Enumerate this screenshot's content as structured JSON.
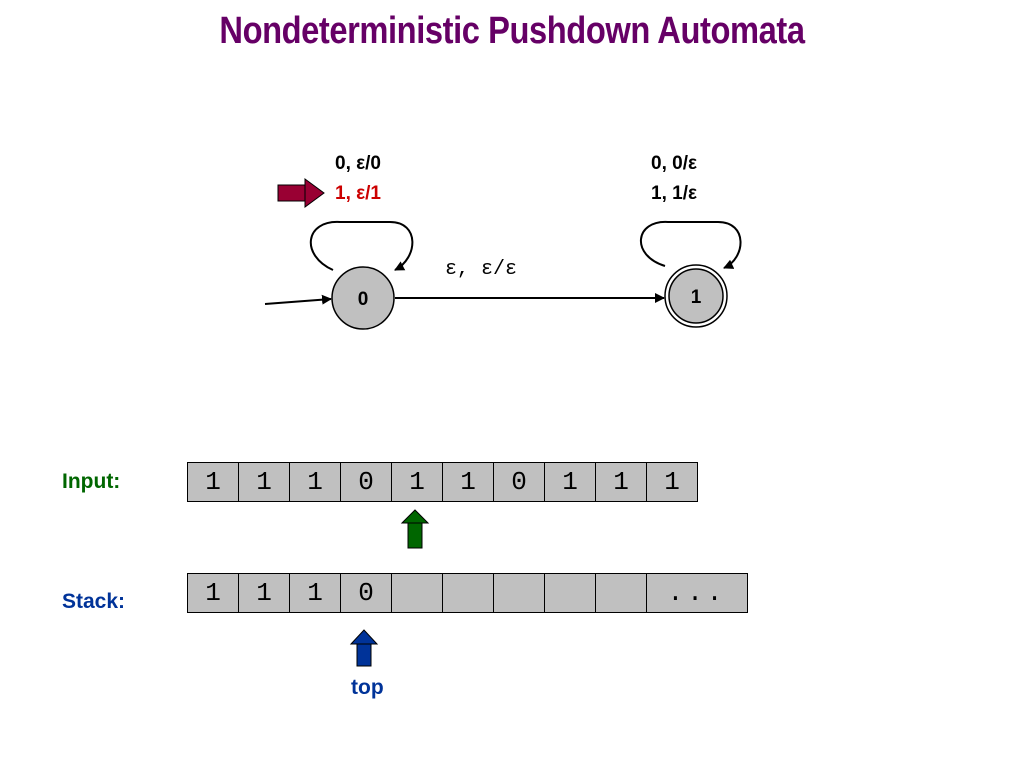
{
  "title": "Nondeterministic Pushdown Automata",
  "automaton": {
    "states": [
      {
        "id": "0",
        "label": "0",
        "initial": true,
        "accepting": false
      },
      {
        "id": "1",
        "label": "1",
        "initial": false,
        "accepting": true
      }
    ],
    "self_loop_0": {
      "line1": "0, ε/0",
      "line2": "1, ε/1",
      "highlighted_line": "1, ε/1"
    },
    "self_loop_1": {
      "line1": "0, 0/ε",
      "line2": "1, 1/ε"
    },
    "transition_0_1": "ε, ε/ε"
  },
  "input": {
    "label": "Input:",
    "cells": [
      "1",
      "1",
      "1",
      "0",
      "1",
      "1",
      "0",
      "1",
      "1",
      "1"
    ],
    "head_index": 4
  },
  "stack": {
    "label": "Stack:",
    "cells": [
      "1",
      "1",
      "1",
      "0",
      "",
      "",
      "",
      "",
      ""
    ],
    "ellipsis": "...",
    "top_index": 3,
    "top_label": "top"
  },
  "colors": {
    "title": "#660066",
    "input_label": "#006600",
    "stack_label": "#003399",
    "highlight_arrow": "#990033",
    "input_head_arrow": "#006600",
    "stack_top_arrow": "#003399",
    "highlighted_text": "#cc0000"
  }
}
